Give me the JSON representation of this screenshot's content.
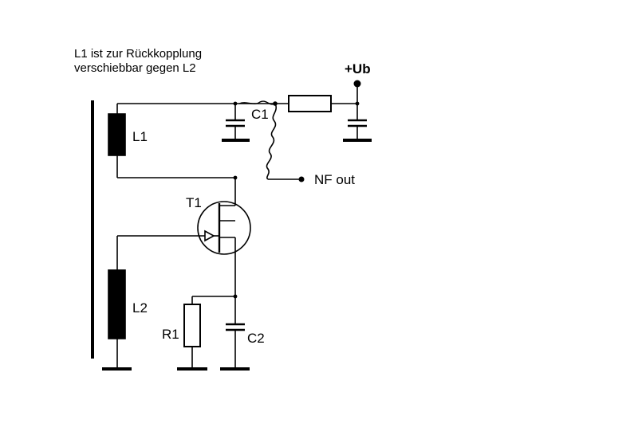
{
  "note": {
    "line1": "L1 ist zur Rückkopplung",
    "line2": "verschiebbar gegen L2"
  },
  "labels": {
    "supply": "+Ub",
    "c1": "C1",
    "l1": "L1",
    "nf_out": "NF out",
    "t1": "T1",
    "l2": "L2",
    "r1": "R1",
    "c2": "C2"
  },
  "colors": {
    "ink": "#000000",
    "background": "#ffffff"
  }
}
